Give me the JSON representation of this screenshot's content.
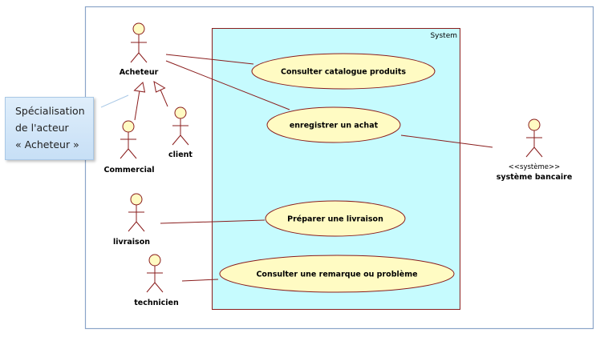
{
  "system": {
    "label": "System"
  },
  "actors": {
    "acheteur": "Acheteur",
    "commercial": "Commercial",
    "client": "client",
    "livraison": "livraison",
    "technicien": "technicien",
    "banque": "système bancaire",
    "banque_stereotype": "<<système>>"
  },
  "use_cases": {
    "consulter_catalogue": "Consulter catalogue produits",
    "enregistrer_achat": "enregistrer un achat",
    "preparer_livraison": "Préparer une livraison",
    "consulter_remarque": "Consulter une remarque ou problème"
  },
  "note": {
    "lines": [
      "Spécialisation",
      "de l'acteur",
      "« Acheteur »"
    ]
  },
  "colors": {
    "system_fill": "#c6fbfe",
    "system_stroke": "#8a1d1d",
    "usecase_fill": "#fffbc3",
    "line": "#8a1d1d",
    "actor_head": "#fffbc3",
    "frame": "#8aa4c8"
  }
}
